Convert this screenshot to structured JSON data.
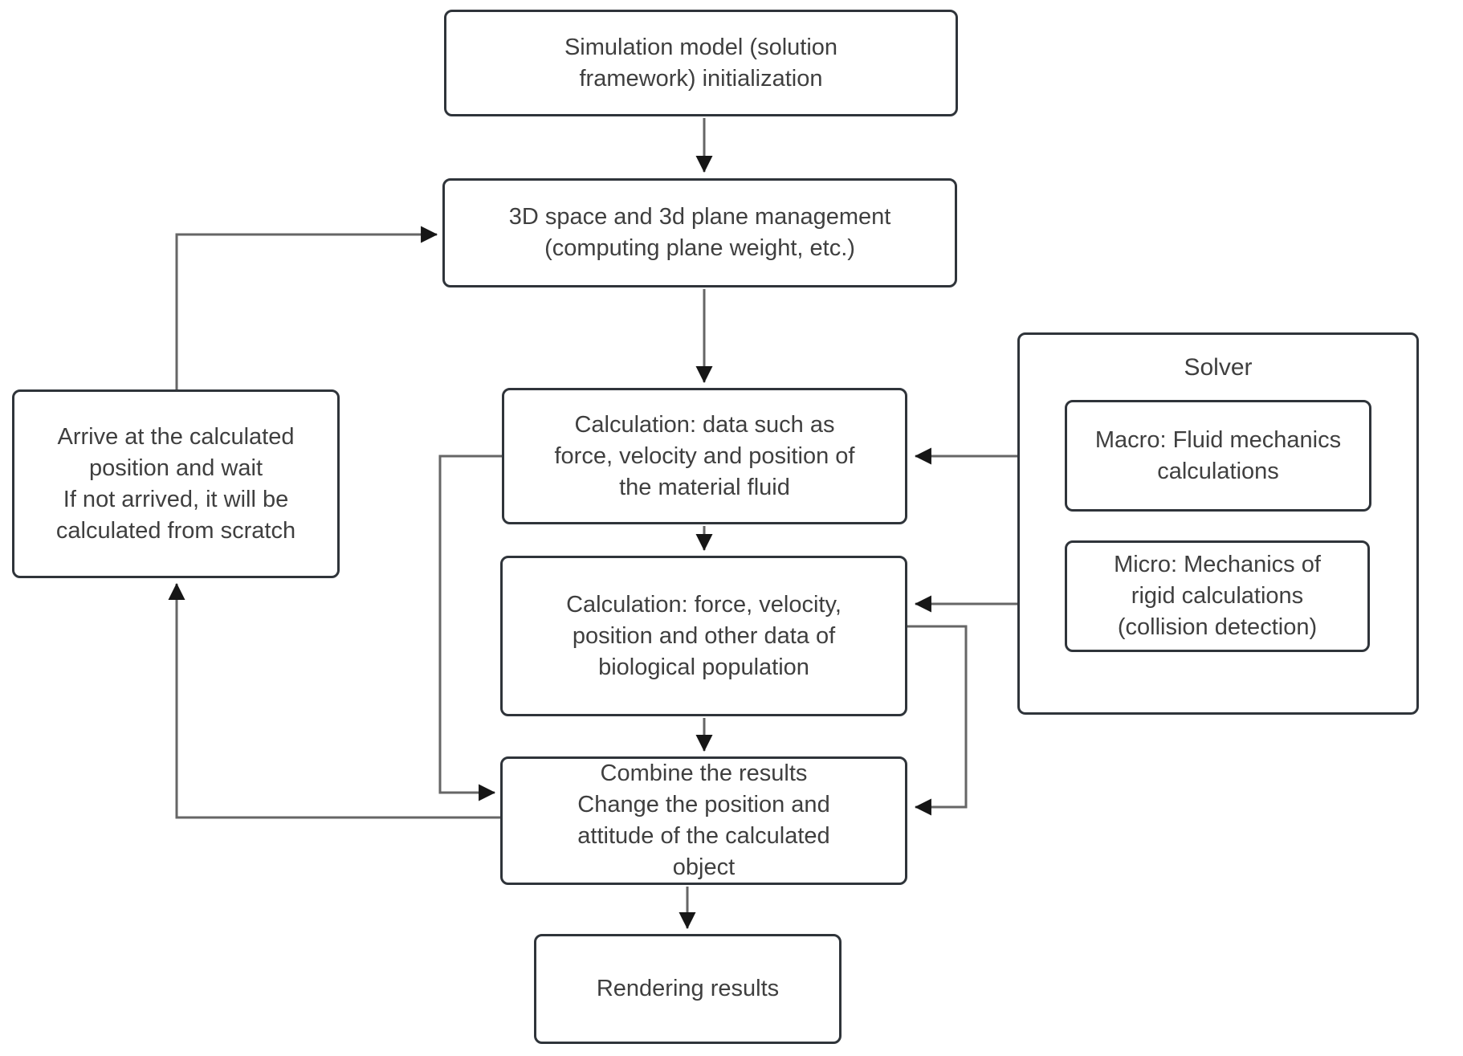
{
  "diagram": {
    "nodes": {
      "init": {
        "lines": [
          "Simulation model (solution",
          "framework) initialization"
        ]
      },
      "space_mgmt": {
        "lines": [
          "3D space and 3d plane management",
          "(computing plane weight, etc.)"
        ]
      },
      "calc_fluid": {
        "lines": [
          "Calculation: data such as",
          "force, velocity and position of",
          "the material fluid"
        ]
      },
      "calc_bio": {
        "lines": [
          "Calculation: force, velocity,",
          "position and other data of",
          "biological population"
        ]
      },
      "combine": {
        "lines": [
          "Combine the results",
          "Change the position and",
          "attitude of the calculated",
          "object"
        ]
      },
      "rendering": {
        "lines": [
          "Rendering results"
        ]
      },
      "arrive_wait": {
        "lines": [
          "Arrive at the calculated",
          "position and wait",
          "If not arrived, it will be",
          "calculated from scratch"
        ]
      },
      "solver": {
        "title": "Solver",
        "macro": {
          "lines": [
            "Macro: Fluid mechanics",
            "calculations"
          ]
        },
        "micro": {
          "lines": [
            "Micro: Mechanics of",
            "rigid calculations",
            "(collision detection)"
          ]
        }
      }
    },
    "colors": {
      "background": "#ffffff",
      "box_border": "#2f343a",
      "connector_line": "#666666",
      "arrowhead": "#161616",
      "text": "#3f3f3f"
    }
  }
}
